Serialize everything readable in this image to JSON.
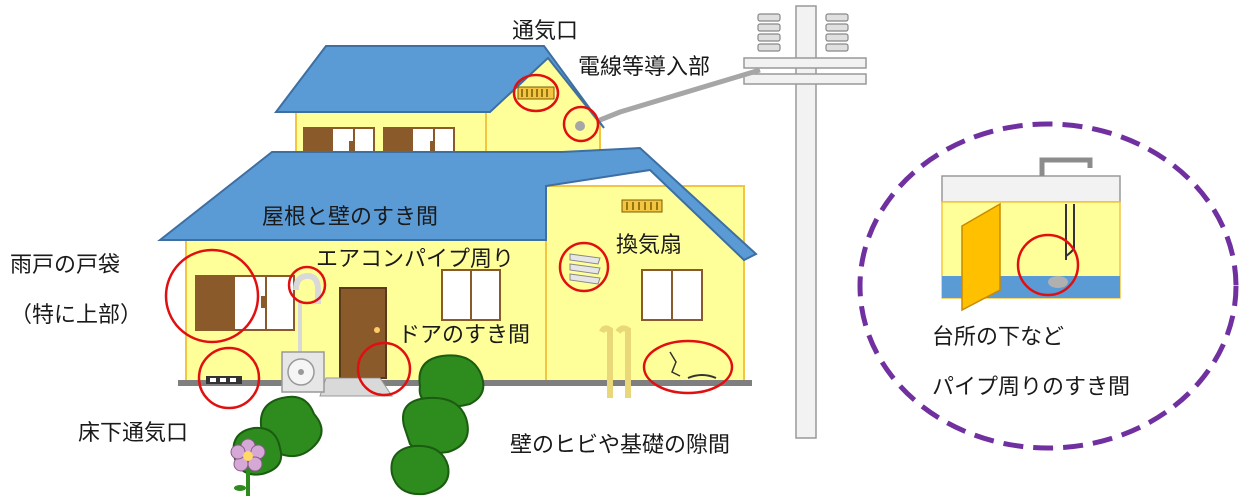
{
  "labels": {
    "vent_top": "通気口",
    "wire_entry": "電線等導入部",
    "roof_wall_gap": "屋根と壁のすき間",
    "shutter_case": "雨戸の戸袋",
    "shutter_case_note": "（特に上部）",
    "aircon_pipe": "エアコンパイプ周り",
    "exhaust_fan": "換気扇",
    "door_gap": "ドアのすき間",
    "underfloor_vent": "床下通気口",
    "wall_cracks": "壁のヒビや基礎の隙間",
    "kitchen_under": "台所の下など",
    "pipe_gap": "パイプ周りのすき間"
  },
  "colors": {
    "roof": "#5b9bd5",
    "wall": "#ffff99",
    "wall_outline": "#f4c542",
    "window_brown": "#8b5a2b",
    "highlight_circle": "#e01010",
    "inset_border": "#7030a0",
    "bush": "#2e8b1e",
    "pole": "#f2f2f2"
  }
}
